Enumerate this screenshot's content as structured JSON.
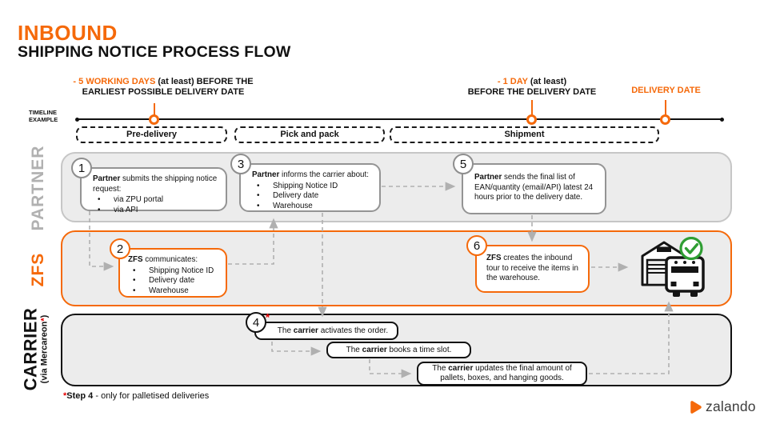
{
  "colors": {
    "accent": "#f5690a",
    "green": "#2f9e33",
    "red": "#e60000",
    "label_gray": "#b1b1b1",
    "lane_fill": "#ececec"
  },
  "title": {
    "kicker": "INBOUND",
    "heading": "SHIPPING NOTICE PROCESS FLOW"
  },
  "timeline": {
    "label_line1": "TIMELINE",
    "label_line2": "EXAMPLE",
    "milestones": [
      {
        "highlight": "- 5 WORKING DAYS",
        "rest": " (at least) BEFORE THE",
        "line2": "EARLIEST POSSIBLE DELIVERY DATE"
      },
      {
        "highlight": "- 1 DAY",
        "rest": " (at least)",
        "line2": "BEFORE THE DELIVERY DATE"
      },
      {
        "highlight": "DELIVERY DATE",
        "rest": "",
        "line2": ""
      }
    ],
    "phases": [
      {
        "label": "Pre-delivery"
      },
      {
        "label": "Pick and pack"
      },
      {
        "label": "Shipment"
      }
    ]
  },
  "lanes": [
    {
      "label": "PARTNER"
    },
    {
      "label": "ZFS"
    },
    {
      "label": "CARRIER",
      "sublabel_pre": "(via Mercareon",
      "sublabel_ast": "*",
      "sublabel_post": ")"
    }
  ],
  "steps": {
    "step1": {
      "number": "1",
      "lead_bold": "Partner",
      "lead_text": " submits the shipping notice request:",
      "bullets": [
        "via ZPU portal",
        "via API"
      ]
    },
    "step2": {
      "number": "2",
      "lead_bold": "ZFS",
      "lead_text": " communicates:",
      "bullets": [
        "Shipping Notice ID",
        "Delivery date",
        "Warehouse"
      ]
    },
    "step3": {
      "number": "3",
      "lead_bold": "Partner",
      "lead_text": " informs the carrier about:",
      "bullets": [
        "Shipping Notice ID",
        "Delivery date",
        "Warehouse"
      ]
    },
    "step4": {
      "number": "4",
      "asterisk": "*",
      "pre": "The ",
      "bold": "carrier",
      "text": " activates the order."
    },
    "step5": {
      "number": "5",
      "lead_bold": "Partner",
      "lead_text": " sends the final list of EAN/quantity (email/API) latest 24 hours prior to the delivery date."
    },
    "step6": {
      "number": "6",
      "lead_bold": "ZFS",
      "lead_text": " creates the inbound tour to receive the items in the warehouse."
    },
    "carrier_timeslot": {
      "pre": "The ",
      "bold": "carrier",
      "text": " books a time slot."
    },
    "carrier_update": {
      "pre": "The ",
      "bold": "carrier",
      "text": " updates the final amount of pallets, boxes, and hanging goods."
    }
  },
  "footnote": {
    "asterisk": "*",
    "bold": "Step 4",
    "text": " - only for palletised deliveries"
  },
  "logo": {
    "wordmark": "zalando"
  }
}
